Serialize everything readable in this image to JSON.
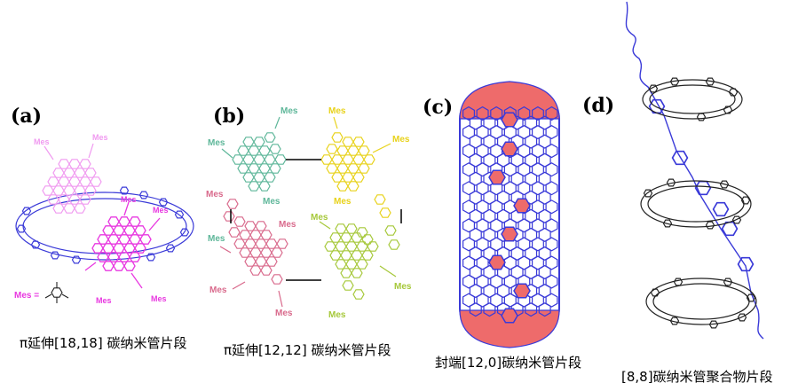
{
  "panels": [
    {
      "id": "a",
      "label": "(a)",
      "caption": "π延伸[18,18] 碳纳米管片段"
    },
    {
      "id": "b",
      "label": "(b)",
      "caption": "π延伸[12,12] 碳纳米管片段"
    },
    {
      "id": "c",
      "label": "(c)",
      "caption": "封端[12,0]碳纳米管片段"
    },
    {
      "id": "d",
      "label": "(d)",
      "caption": "[8,8]碳纳米管聚合物片段"
    }
  ],
  "mes_label": "Mes",
  "mes_legend": "Mes =",
  "colors": {
    "magenta": "#e838e0",
    "pink_light": "#f09af0",
    "blue": "#3a3ad8",
    "teal": "#5fb79a",
    "yellow": "#e8d21a",
    "rose": "#d96a8c",
    "lime": "#a6c83a",
    "red_fill": "#ee6b6b",
    "black": "#222222"
  }
}
